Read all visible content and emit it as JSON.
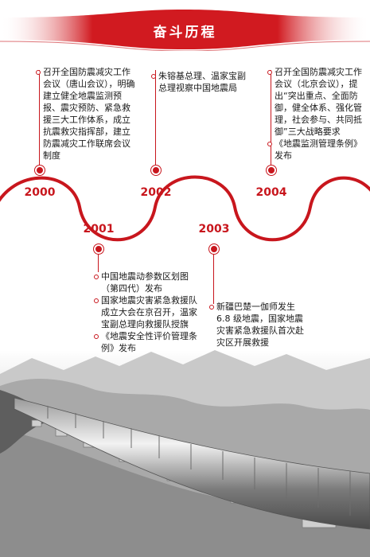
{
  "title": "奋斗历程",
  "colors": {
    "accent": "#c8161d",
    "accent_dark": "#a80f14",
    "text": "#1a1a1a"
  },
  "timeline": [
    {
      "year": "2000",
      "events": [
        "召开全国防震减灾工作会议（唐山会议），明确建立健全地震监测预报、震灾预防、紧急救援三大工作体系，成立抗震救灾指挥部，建立防震减灾工作联席会议制度"
      ]
    },
    {
      "year": "2001",
      "events": [
        "中国地震动参数区划图（第四代）发布",
        "国家地震灾害紧急救援队成立大会在京召开，温家宝副总理向救援队授旗",
        "《地震安全性评价管理条例》发布"
      ]
    },
    {
      "year": "2002",
      "events": [
        "朱镕基总理、温家宝副总理视察中国地震局"
      ]
    },
    {
      "year": "2003",
      "events": [
        "新疆巴楚一伽师发生 6.8 级地震，国家地震灾害紧急救援队首次赴灾区开展救援"
      ]
    },
    {
      "year": "2004",
      "events": [
        "召开全国防震减灾工作会议（北京会议），提出“突出重点、全面防御，健全体系、强化管理，社会参与、共同抵御”三大战略要求",
        "《地震监测管理条例》发布"
      ]
    }
  ]
}
